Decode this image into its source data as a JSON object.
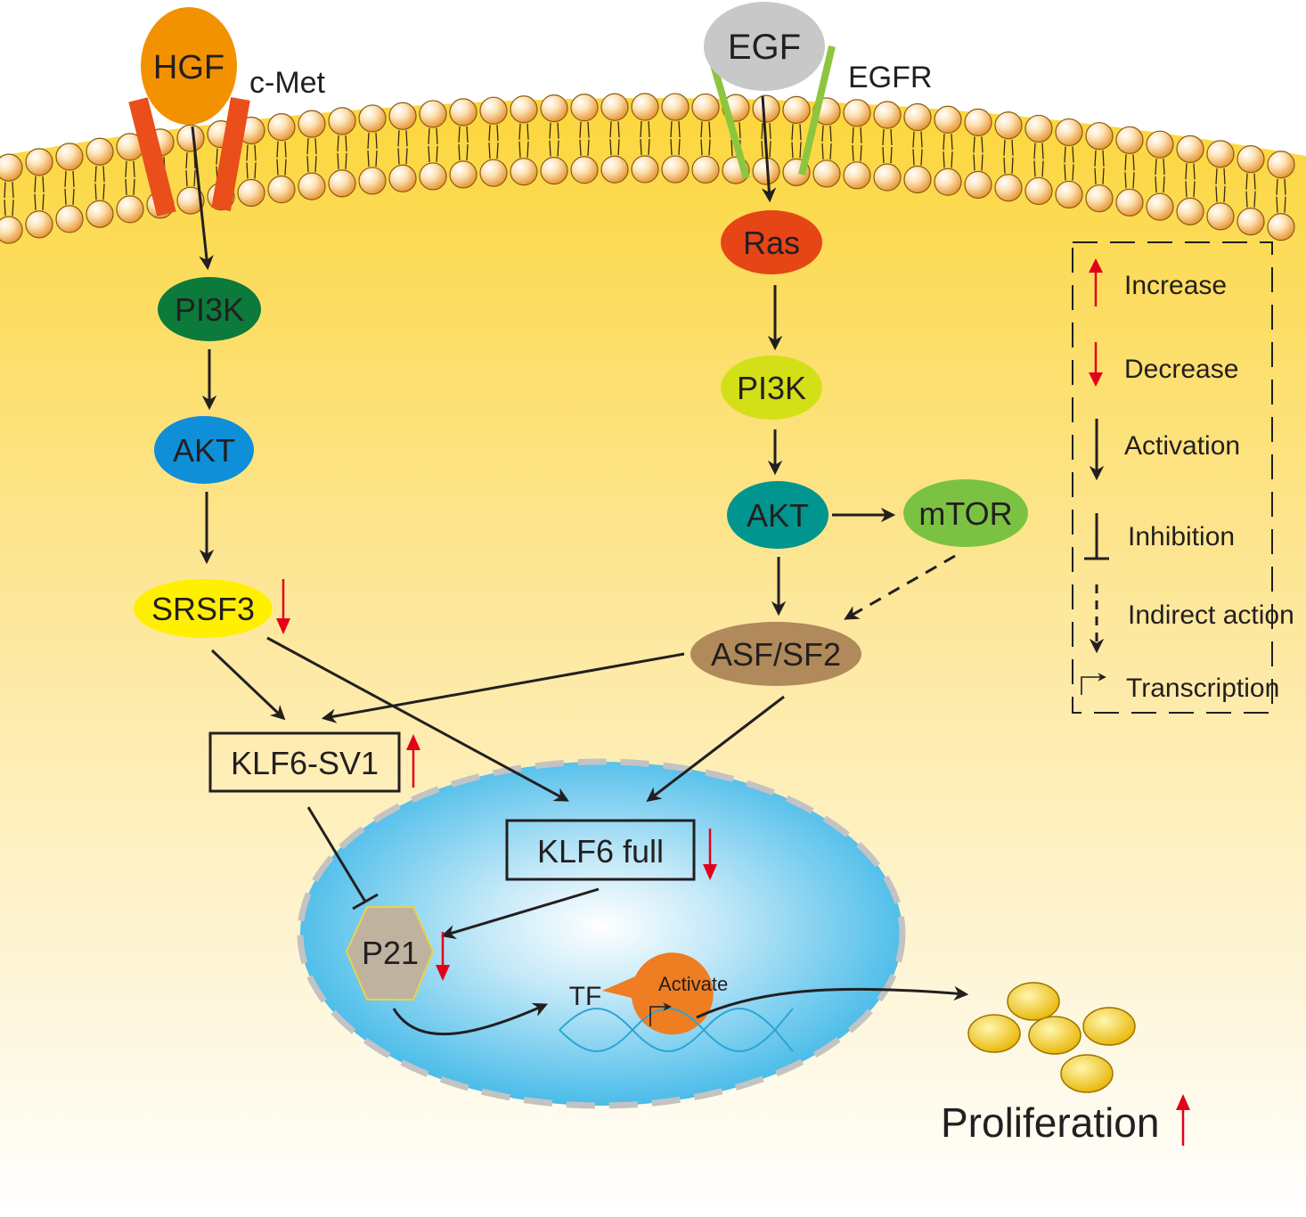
{
  "receptors": {
    "hgf": "HGF",
    "cmet": "c-Met",
    "egf": "EGF",
    "egfr": "EGFR"
  },
  "left_pathway": {
    "pi3k": "PI3K",
    "akt": "AKT",
    "srsf3": "SRSF3"
  },
  "right_pathway": {
    "ras": "Ras",
    "pi3k": "PI3K",
    "akt": "AKT",
    "mtor": "mTOR",
    "asf": "ASF/SF2"
  },
  "nucleus": {
    "klf6_sv1": "KLF6-SV1",
    "klf6_full": "KLF6 full",
    "p21": "P21",
    "tf": "TF",
    "activate": "Activate"
  },
  "outcome": {
    "proliferation": "Proliferation"
  },
  "legend": {
    "increase": "Increase",
    "decrease": "Decrease",
    "activation": "Activation",
    "inhibition": "Inhibition",
    "indirect": "Indirect action",
    "transcription": "Transcription"
  },
  "colors": {
    "hgf": "#f39200",
    "cmet": "#e94e1b",
    "egf": "#c8c8c8",
    "egfr": "#8cc63f",
    "pi3k_left": "#0b7a3b",
    "akt_left": "#0f8fd8",
    "srsf3": "#fff000",
    "ras": "#e64516",
    "pi3k_right": "#d4e017",
    "akt_right": "#00958f",
    "mtor": "#7cc242",
    "asf": "#b08a5a",
    "p21": "#bfb29f",
    "tf": "#ef7d22",
    "nucleus": "#3fb8e8",
    "cell": "#fbd94a",
    "vesicle": "#f2c200",
    "up_arrow": "#e2001a",
    "down_arrow": "#e2001a"
  }
}
